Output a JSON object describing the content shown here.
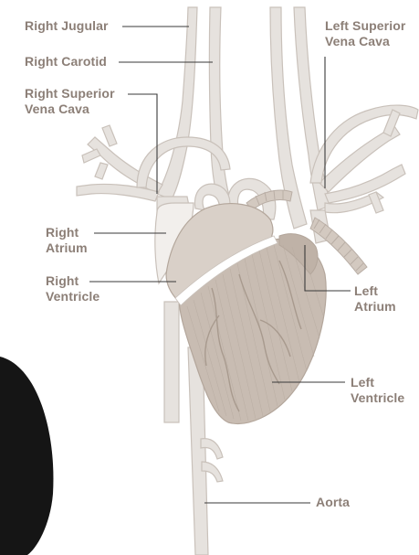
{
  "labels": {
    "right_jugular": "Right Jugular",
    "right_carotid": "Right Carotid",
    "right_superior_vena_cava": "Right Superior\nVena Cava",
    "left_superior_vena_cava": "Left Superior\nVena Cava",
    "right_atrium": "Right\nAtrium",
    "right_ventricle": "Right\nVentricle",
    "left_atrium": "Left\nAtrium",
    "left_ventricle": "Left\nVentricle",
    "aorta": "Aorta"
  },
  "colors": {
    "label_text": "#8c7f77",
    "leader_line": "#3a3a3a",
    "vessel_fill": "#e6e2de",
    "vessel_outline": "#c9c1ba",
    "heart_left": "#c8bcb2",
    "heart_right": "#d9d0c8",
    "dark_shape": "#151515"
  }
}
